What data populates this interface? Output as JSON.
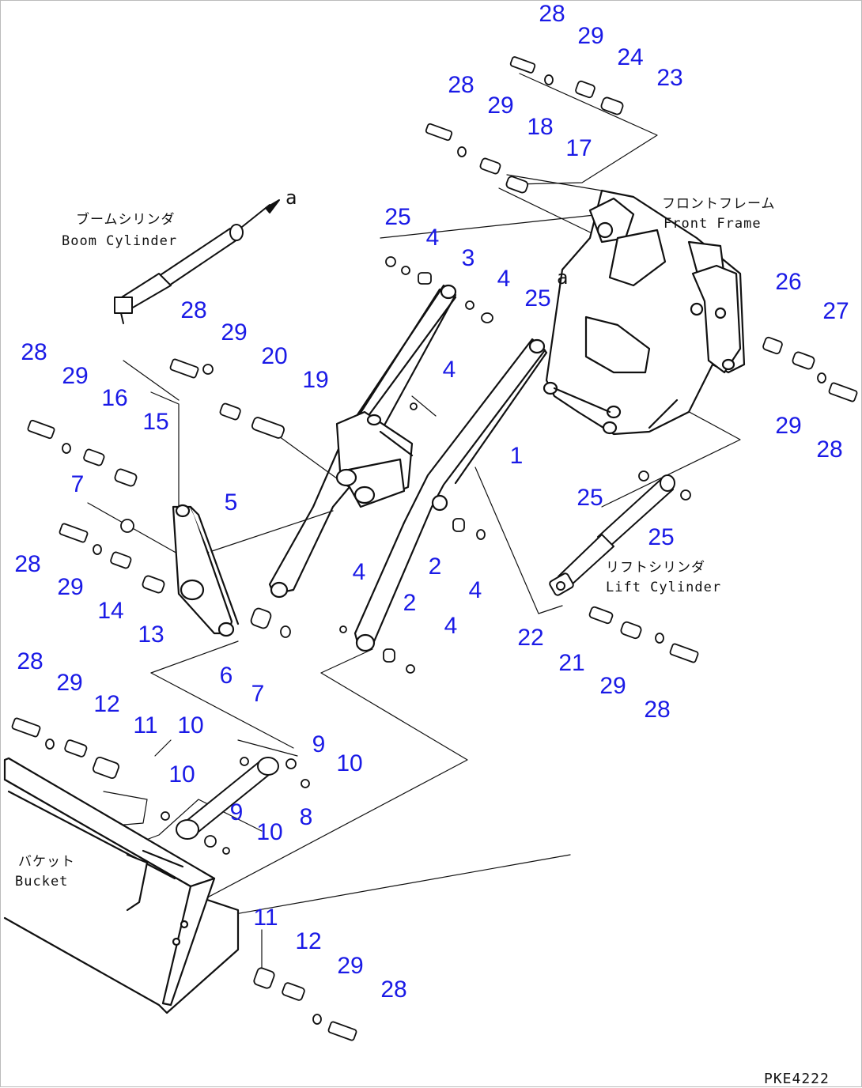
{
  "callouts": [
    "28",
    "29",
    "24",
    "23",
    "28",
    "29",
    "18",
    "17",
    "25",
    "4",
    "3",
    "4",
    "25",
    "28",
    "29",
    "20",
    "19",
    "4",
    "28",
    "29",
    "16",
    "15",
    "1",
    "7",
    "5",
    "26",
    "27",
    "29",
    "28",
    "25",
    "25",
    "28",
    "29",
    "14",
    "13",
    "2",
    "4",
    "4",
    "2",
    "22",
    "6",
    "7",
    "4",
    "21",
    "29",
    "28",
    "28",
    "29",
    "12",
    "11",
    "10",
    "9",
    "10",
    "10",
    "8",
    "9",
    "10",
    "11",
    "12",
    "29",
    "28"
  ],
  "labels": {
    "boom_cylinder_jp": "ブームシリンダ",
    "boom_cylinder_en": "Boom Cylinder",
    "front_frame_jp": "フロントフレーム",
    "front_frame_en": "Front Frame",
    "lift_cylinder_jp": "リフトシリンダ",
    "lift_cylinder_en": "Lift Cylinder",
    "bucket_jp": "バケット",
    "bucket_en": "Bucket",
    "arrow_a1": "a",
    "arrow_a2": "a"
  },
  "drawing_code": "PKE4222",
  "colors": {
    "callout": "#1a1ae6",
    "line": "#111111"
  }
}
